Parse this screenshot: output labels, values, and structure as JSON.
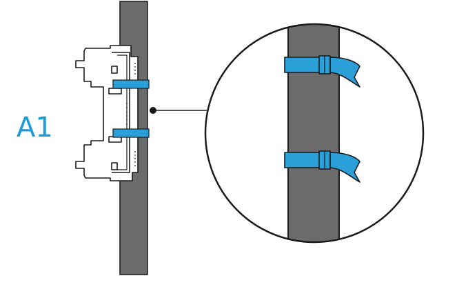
{
  "step": {
    "label": "A1"
  },
  "colors": {
    "pole": "#6b6b6b",
    "pole_outline": "#1a1a1a",
    "strap": "#2a9fd8",
    "bracket": "#ffffff",
    "bracket_outline": "#1a1a1a",
    "label": "#1e9ad6",
    "background": "#ffffff"
  },
  "parts": {
    "pole": "mounting-pole",
    "bracket": "mounting-bracket",
    "straps": "cable-tie-straps",
    "detail": "magnified-detail-view"
  }
}
